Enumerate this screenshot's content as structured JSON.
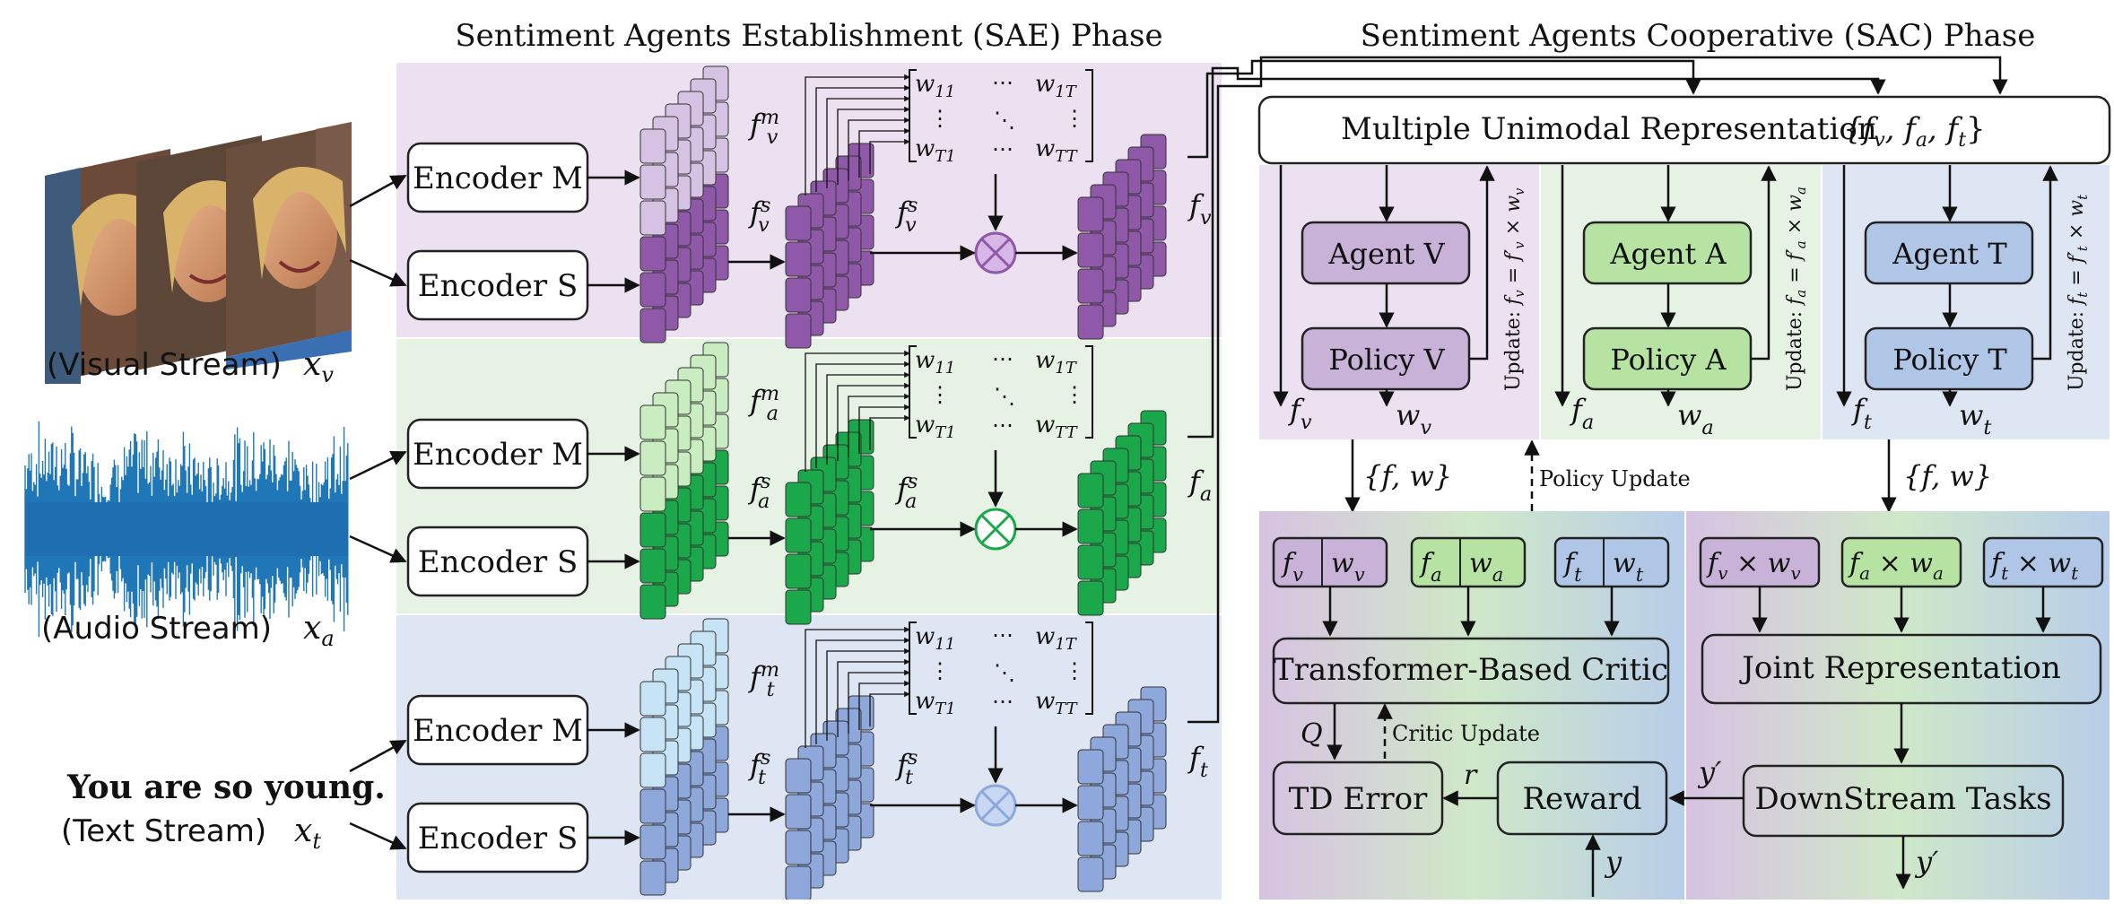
{
  "titles": {
    "sae": "Sentiment Agents Establishment (SAE) Phase",
    "sac": "Sentiment Agents Cooperative (SAC) Phase"
  },
  "streams": {
    "visual": {
      "label": "(Visual Stream)",
      "var": "x",
      "sub": "v"
    },
    "audio": {
      "label": "(Audio Stream)",
      "var": "x",
      "sub": "a"
    },
    "text": {
      "sentence": "You are so young.",
      "label": "(Text Stream)",
      "var": "x",
      "sub": "t"
    }
  },
  "encoders": {
    "m": "Encoder M",
    "s": "Encoder S"
  },
  "matrix": {
    "w11": "w",
    "w11s": "11",
    "w1T": "w",
    "w1Ts": "1T",
    "wT1": "w",
    "wT1s": "T1",
    "wTT": "w",
    "wTTs": "TT",
    "dots_h": "⋯",
    "dots_v": "⋮",
    "dots_d": "⋱"
  },
  "features": {
    "f": "f",
    "m": "m",
    "s": "s",
    "v": "v",
    "a": "a",
    "t": "t"
  },
  "sac": {
    "unimodal": "Multiple Unimodal Representation",
    "unimodal_set": "{f",
    "agents": [
      {
        "agent": "Agent V",
        "policy": "Policy V",
        "update": "Update: f",
        "mod": "v"
      },
      {
        "agent": "Agent A",
        "policy": "Policy A",
        "update": "Update: f",
        "mod": "a"
      },
      {
        "agent": "Agent T",
        "policy": "Policy T",
        "update": "Update: f",
        "mod": "t"
      }
    ],
    "fw": "{f, w}",
    "policy_update": "Policy Update",
    "critic": "Transformer-Based Critic",
    "critic_update": "Critic Update",
    "td": "TD Error",
    "reward": "Reward",
    "joint": "Joint Representation",
    "downstream": "DownStream Tasks",
    "q": "Q",
    "r": "r",
    "y": "y",
    "yp": "y′",
    "times": "×"
  },
  "colors": {
    "purple_bg": "#ebe1f0",
    "green_bg": "#e6f3e4",
    "blue_bg": "#dfe6f3",
    "purple_box": "#c8b2d8",
    "green_box": "#b6e2a2",
    "blue_box": "#b0c6e6",
    "purple_block": "#8f58a8",
    "green_block": "#1aa84a",
    "blue_block": "#8ea8dc"
  }
}
